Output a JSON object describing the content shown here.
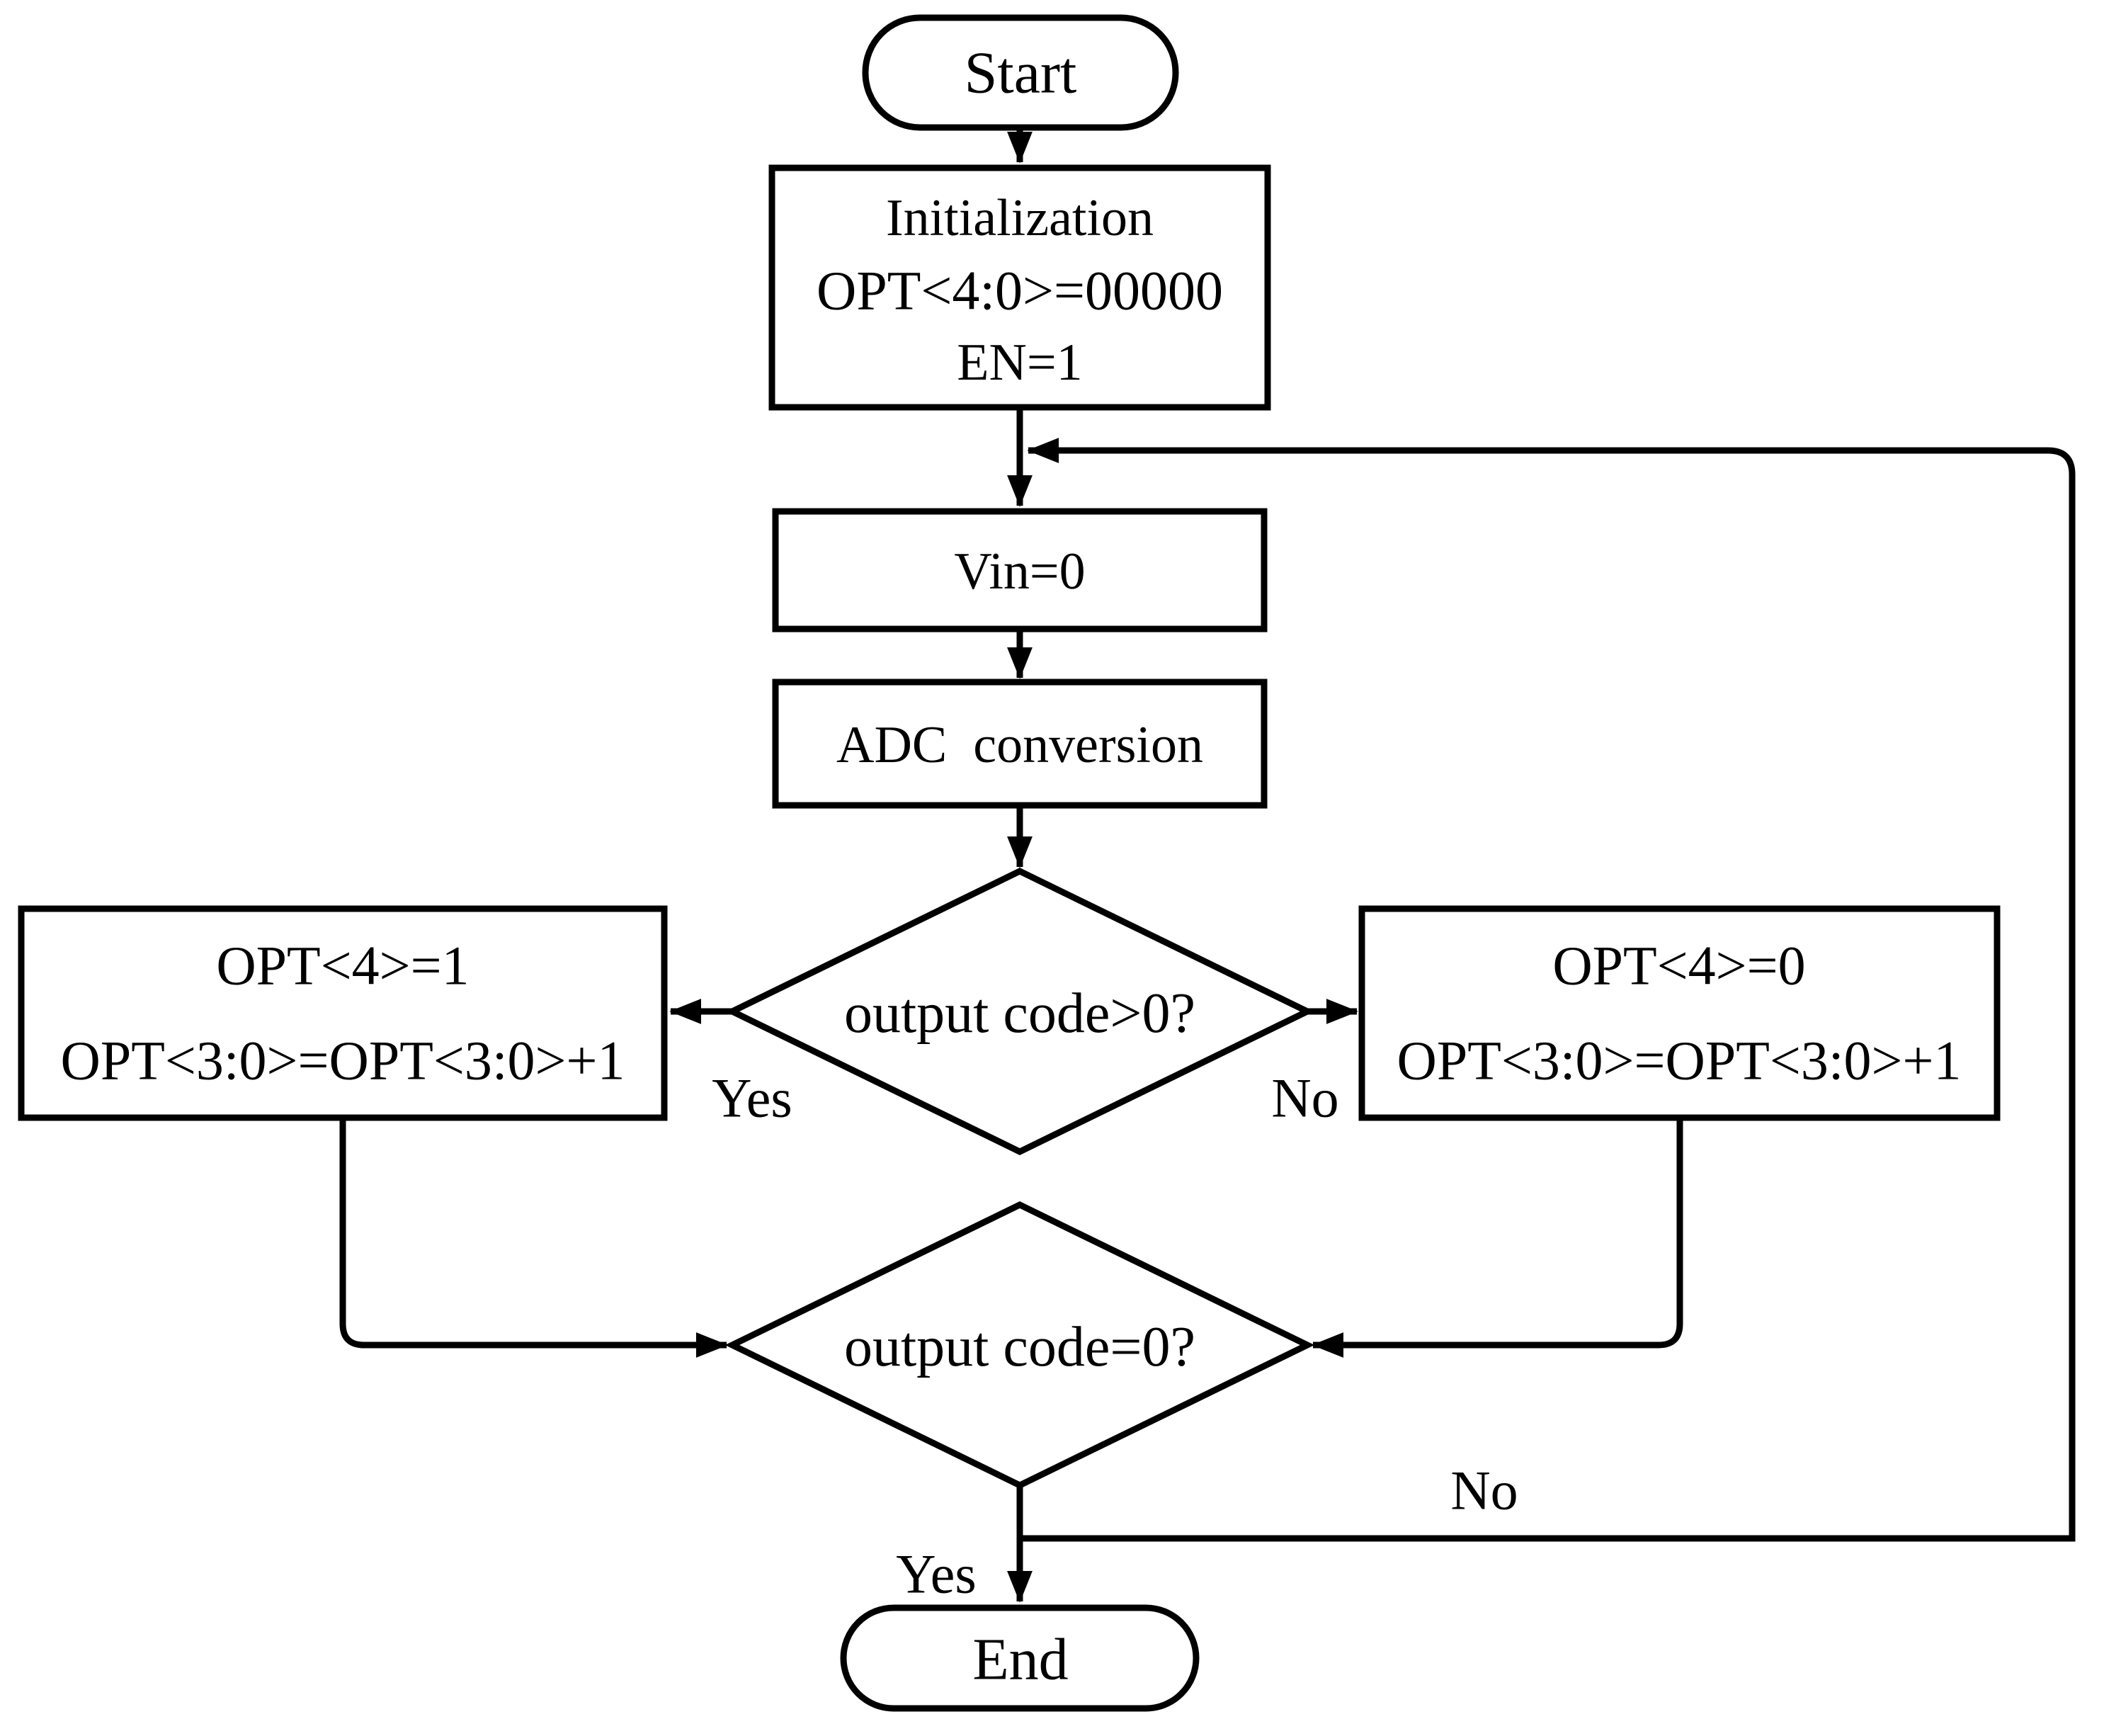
{
  "diagram": {
    "type": "flowchart",
    "colors": {
      "line": "#000000",
      "highlight": "#4b73eb",
      "background": "#ffffff"
    },
    "nodes": {
      "start": {
        "label": "Start"
      },
      "initialization": {
        "line1": "Initialization",
        "line2": "OPT<4:0>=00000",
        "line3": "EN=1"
      },
      "vin": {
        "label": "Vin=0"
      },
      "adc": {
        "label": "ADC  conversion"
      },
      "decision_output_gt0": {
        "label": "output code>0?"
      },
      "opt_yes_box": {
        "line1": "OPT<4>=1",
        "line2": "OPT<3:0>=OPT<3:0>+1"
      },
      "opt_no_box": {
        "line1": "OPT<4>=0",
        "line2": "OPT<3:0>=OPT<3:0>+1"
      },
      "decision_output_eq0": {
        "label": "output code=0?"
      },
      "end": {
        "label": "End"
      }
    },
    "edge_labels": {
      "d1_yes": "Yes",
      "d1_no": "No",
      "d2_yes": "Yes",
      "d2_no": "No"
    }
  }
}
